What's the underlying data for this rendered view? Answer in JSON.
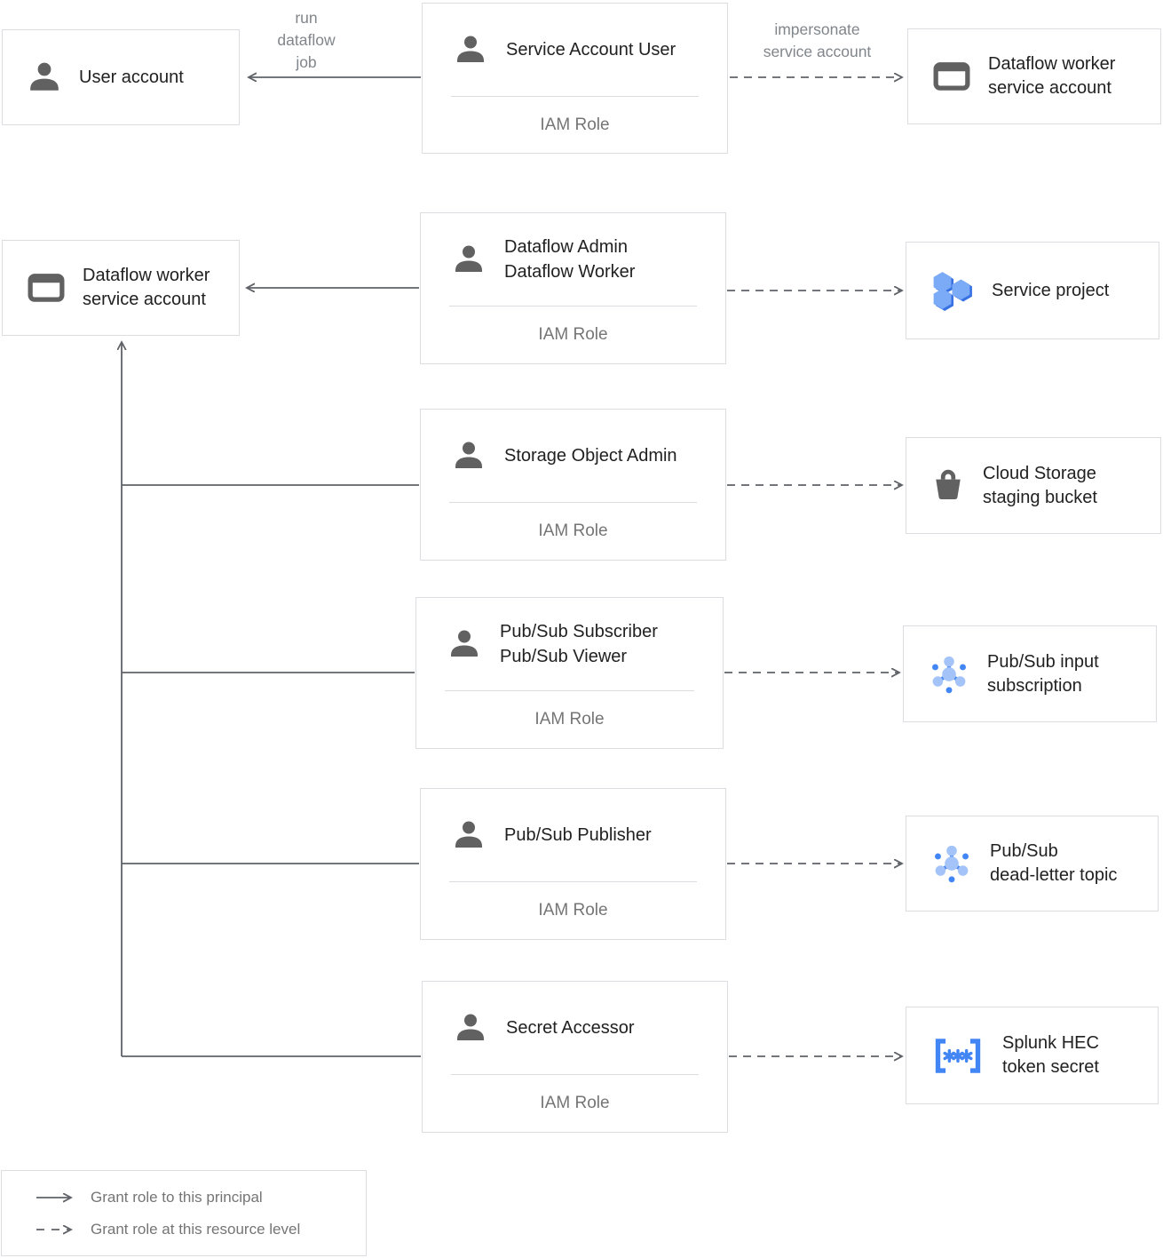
{
  "colors": {
    "accent_blue": "#4285f4",
    "hex_light_blue": "#7baaf7",
    "hex_dark_blue": "#3973e3",
    "pubsub_light_blue": "#a3c3f9",
    "icon_gray": "#616161",
    "line_gray": "#5f6368",
    "border_gray": "#dcdde0",
    "text_dark": "#212121",
    "text_gray": "#757575",
    "edge_label_gray": "#80868b"
  },
  "edge_labels": {
    "run_dataflow_job": "run\ndataflow\njob",
    "impersonate_service_account": "impersonate\nservice account"
  },
  "principals": {
    "user_account": "User account",
    "dataflow_worker_sa": "Dataflow worker\nservice account"
  },
  "role_boxes": [
    {
      "title": "Service Account User",
      "subtitle": "IAM Role"
    },
    {
      "title": "Dataflow Admin\nDataflow Worker",
      "subtitle": "IAM Role"
    },
    {
      "title": "Storage Object Admin",
      "subtitle": "IAM Role"
    },
    {
      "title": "Pub/Sub Subscriber\nPub/Sub Viewer",
      "subtitle": "IAM Role"
    },
    {
      "title": "Pub/Sub Publisher",
      "subtitle": "IAM Role"
    },
    {
      "title": "Secret Accessor",
      "subtitle": "IAM Role"
    }
  ],
  "resources": [
    {
      "label": "Dataflow worker\nservice account"
    },
    {
      "label": "Service project"
    },
    {
      "label": "Cloud Storage\nstaging bucket"
    },
    {
      "label": "Pub/Sub input\nsubscription"
    },
    {
      "label": "Pub/Sub\ndead-letter topic"
    },
    {
      "label": "Splunk HEC\ntoken secret"
    }
  ],
  "legend": {
    "solid_arrow": "Grant role to this principal",
    "dashed_arrow": "Grant role at this resource level"
  }
}
